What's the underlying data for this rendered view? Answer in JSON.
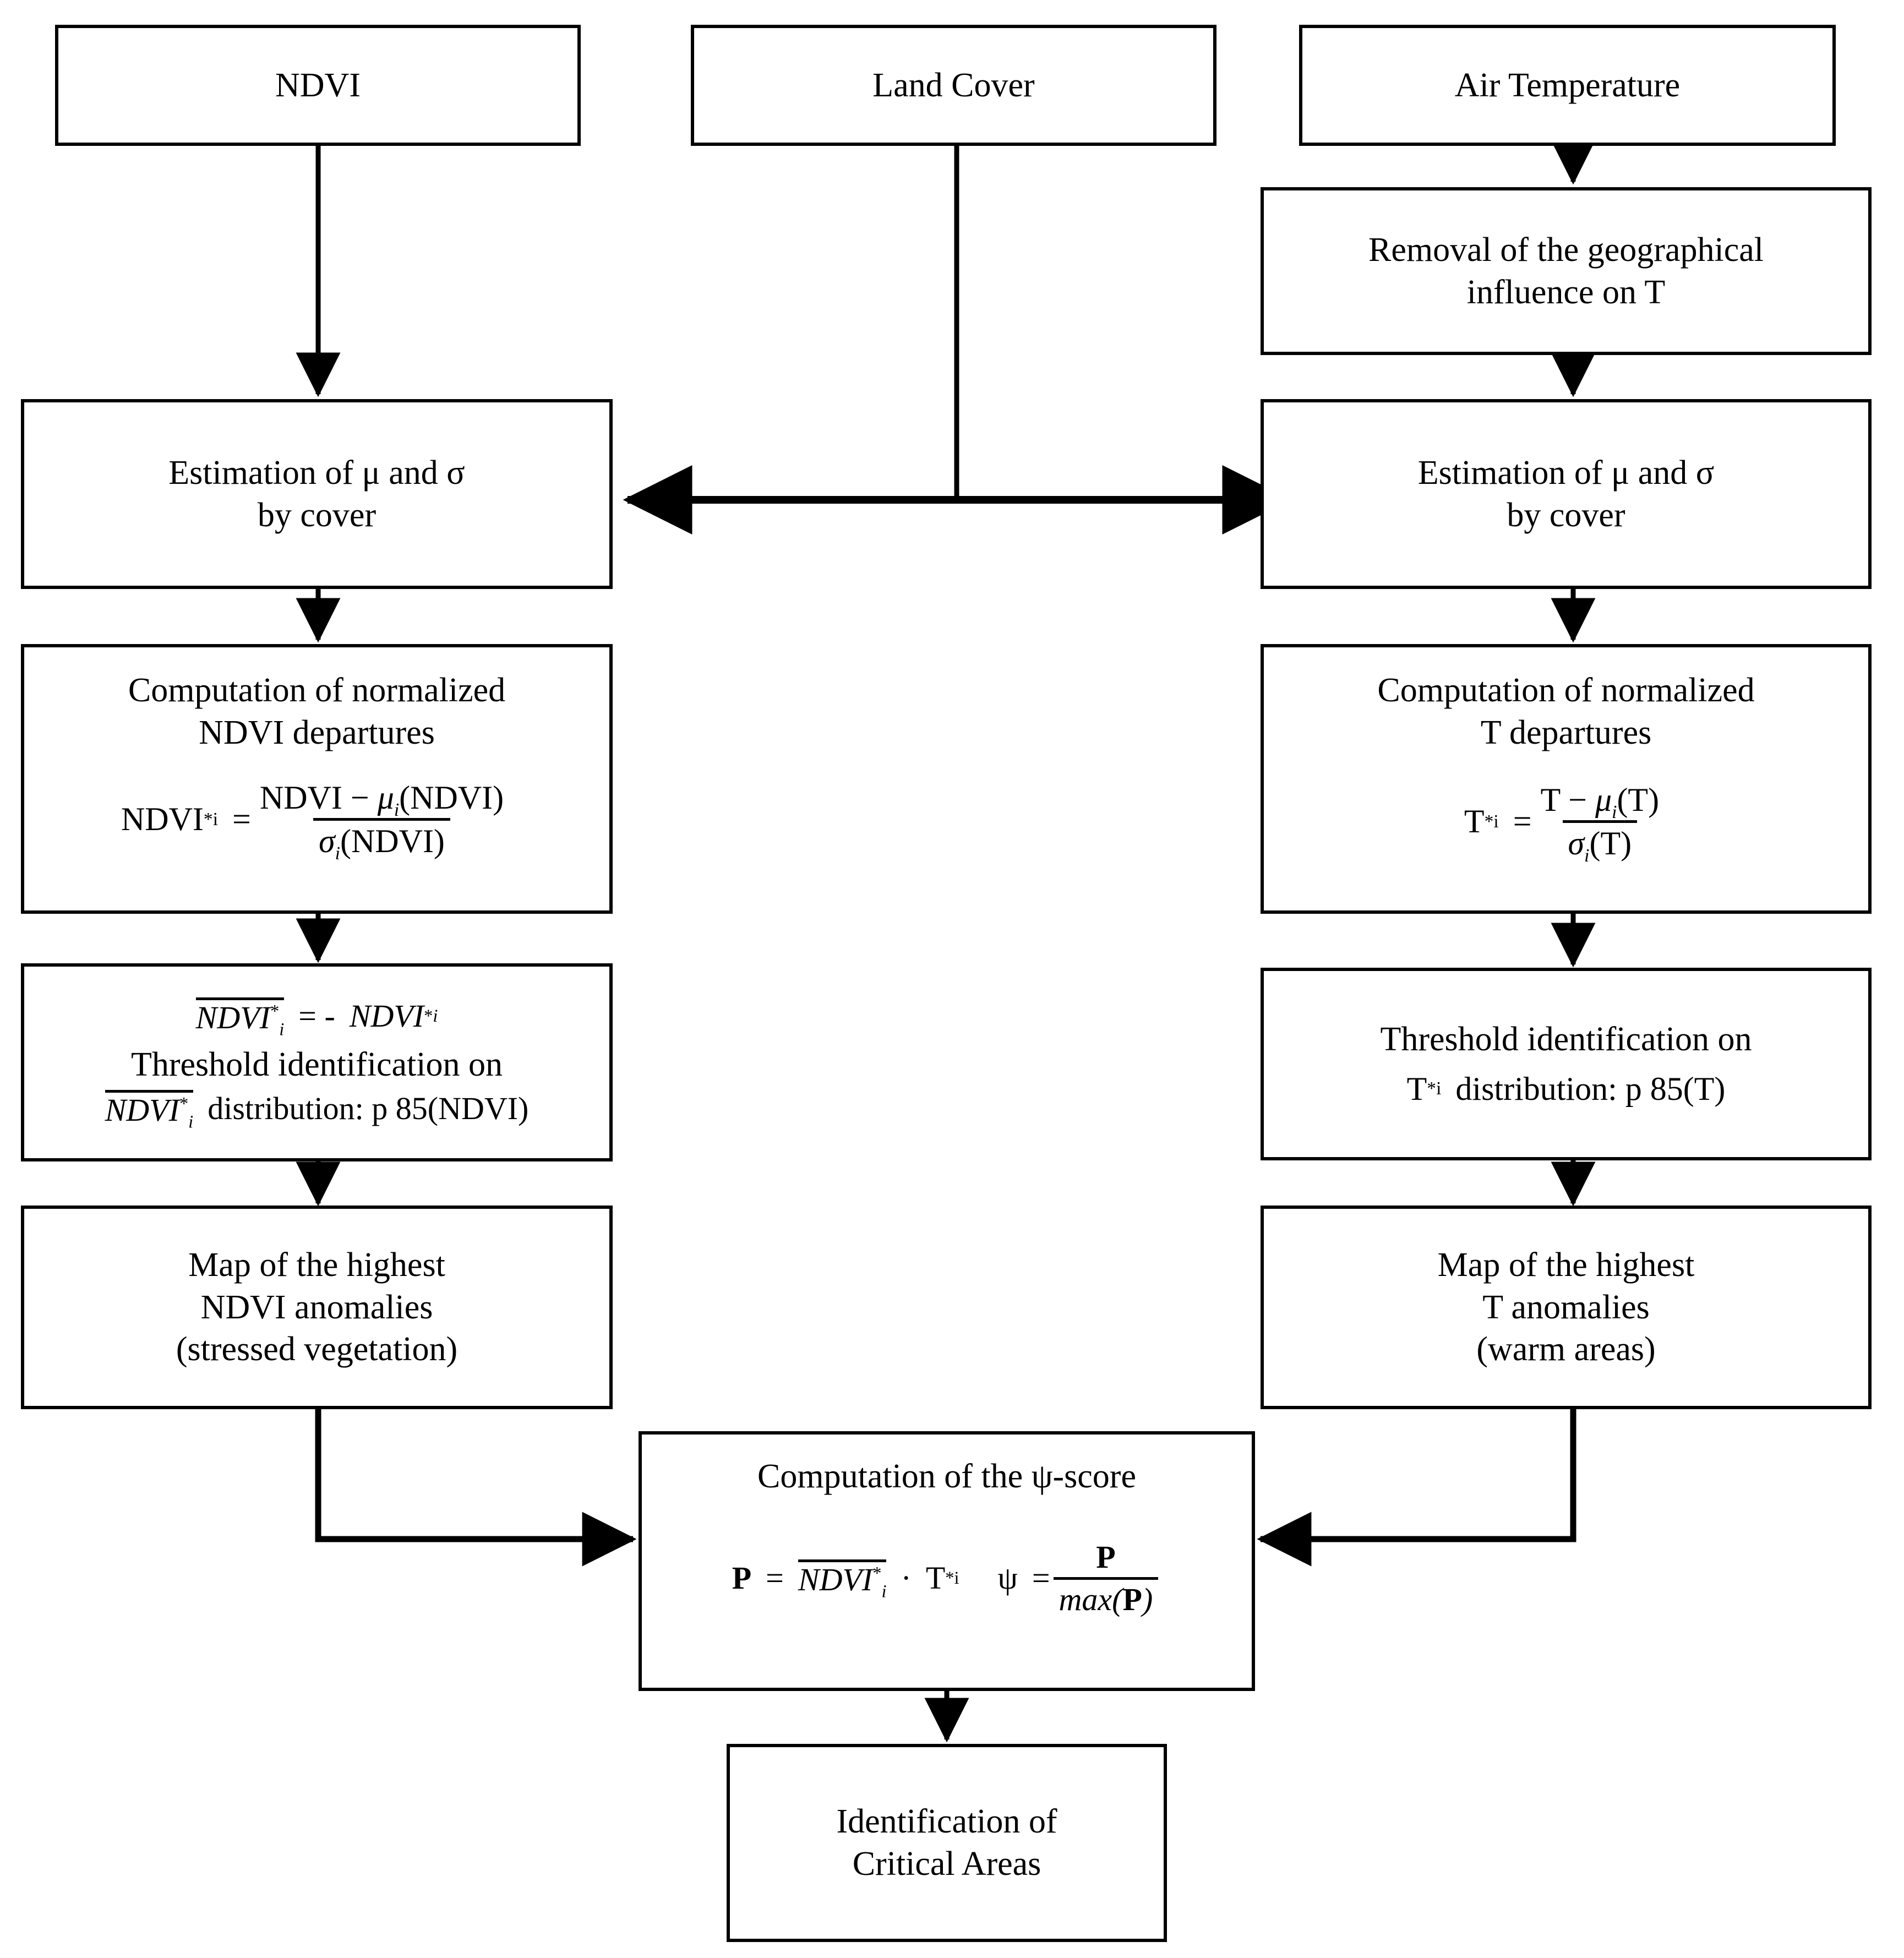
{
  "diagram": {
    "type": "flowchart",
    "title": "Methodology flowchart for identification of critical areas from NDVI and Air Temperature anomalies",
    "stroke_color": "#000000",
    "fill_color": "#ffffff",
    "background": "#ffffff"
  },
  "nodes": {
    "ndvi": {
      "label": "NDVI"
    },
    "land_cover": {
      "label": "Land Cover"
    },
    "air_temperature": {
      "label": "Air Temperature"
    },
    "removal_geo": {
      "line1": "Removal of the geographical",
      "line2": "influence on T"
    },
    "estimation_left": {
      "line1": "Estimation of μ and σ",
      "line2": "by cover"
    },
    "estimation_right": {
      "line1": "Estimation of μ and σ",
      "line2": "by cover"
    },
    "norm_ndvi": {
      "line1": "Computation of normalized",
      "line2": "NDVI departures",
      "formula_lhs": "NDVI",
      "formula_lhs_sup": "*",
      "formula_lhs_sub": "i",
      "formula_eq": "=",
      "formula_num_a": "NDVI − ",
      "formula_num_mu": "μ",
      "formula_num_mu_sub": "i",
      "formula_num_b": "(NDVI)",
      "formula_den_sigma": "σ",
      "formula_den_sub": "i",
      "formula_den_b": "(NDVI)"
    },
    "norm_t": {
      "line1": "Computation of normalized",
      "line2": "T departures",
      "formula_lhs": "T",
      "formula_lhs_sup": "*",
      "formula_lhs_sub": "i",
      "formula_eq": "=",
      "formula_num_a": "T − ",
      "formula_num_mu": "μ",
      "formula_num_mu_sub": "i",
      "formula_num_b": "(T)",
      "formula_den_sigma": "σ",
      "formula_den_sub": "i",
      "formula_den_b": "(T)"
    },
    "threshold_ndvi": {
      "eq_lhs": "NDVI",
      "eq_lhs_sup": "*",
      "eq_lhs_sub": "i",
      "eq_sign": "= -",
      "eq_rhs": "NDVI",
      "eq_rhs_sup": "*",
      "eq_rhs_sub": "i",
      "line_text": "Threshold identification on",
      "dist_var": "NDVI",
      "dist_var_sup": "*",
      "dist_var_sub": "i",
      "dist_text": "distribution: p 85(NDVI)"
    },
    "threshold_t": {
      "line_text": "Threshold identification on",
      "dist_var": "T",
      "dist_var_sup": "*",
      "dist_var_sub": "i",
      "dist_text": "distribution: p 85(T)"
    },
    "map_ndvi": {
      "line1": "Map of the highest",
      "line2": "NDVI anomalies",
      "line3": "(stressed vegetation)"
    },
    "map_t": {
      "line1": "Map of the highest",
      "line2": "T anomalies",
      "line3": "(warm areas)"
    },
    "psi_score": {
      "title": "Computation of the ψ-score",
      "p_lhs": "P",
      "p_eq": "=",
      "p_ndvi": "NDVI",
      "p_ndvi_sup": "*",
      "p_ndvi_sub": "i",
      "p_dot": "·",
      "p_t": "T",
      "p_t_sup": "*",
      "p_t_sub": "i",
      "psi_lhs": "ψ",
      "psi_eq": "=",
      "psi_num": "P",
      "psi_den": "max(",
      "psi_den_p": "P",
      "psi_den_close": ")"
    },
    "critical_areas": {
      "line1": "Identification of",
      "line2": "Critical Areas"
    }
  },
  "edges": [
    {
      "from": "ndvi",
      "to": "estimation_left",
      "arrow": "single"
    },
    {
      "from": "air_temperature",
      "to": "removal_geo",
      "arrow": "single"
    },
    {
      "from": "removal_geo",
      "to": "estimation_right",
      "arrow": "single"
    },
    {
      "from": "land_cover",
      "to": "estimation_left",
      "arrow": "double-horizontal"
    },
    {
      "from": "land_cover",
      "to": "estimation_right",
      "arrow": "double-horizontal"
    },
    {
      "from": "estimation_left",
      "to": "norm_ndvi",
      "arrow": "single"
    },
    {
      "from": "norm_ndvi",
      "to": "threshold_ndvi",
      "arrow": "single"
    },
    {
      "from": "threshold_ndvi",
      "to": "map_ndvi",
      "arrow": "single"
    },
    {
      "from": "estimation_right",
      "to": "norm_t",
      "arrow": "single"
    },
    {
      "from": "norm_t",
      "to": "threshold_t",
      "arrow": "single"
    },
    {
      "from": "threshold_t",
      "to": "map_t",
      "arrow": "single"
    },
    {
      "from": "map_ndvi",
      "to": "psi_score",
      "arrow": "single-elbow"
    },
    {
      "from": "map_t",
      "to": "psi_score",
      "arrow": "single-elbow"
    },
    {
      "from": "psi_score",
      "to": "critical_areas",
      "arrow": "single"
    }
  ]
}
